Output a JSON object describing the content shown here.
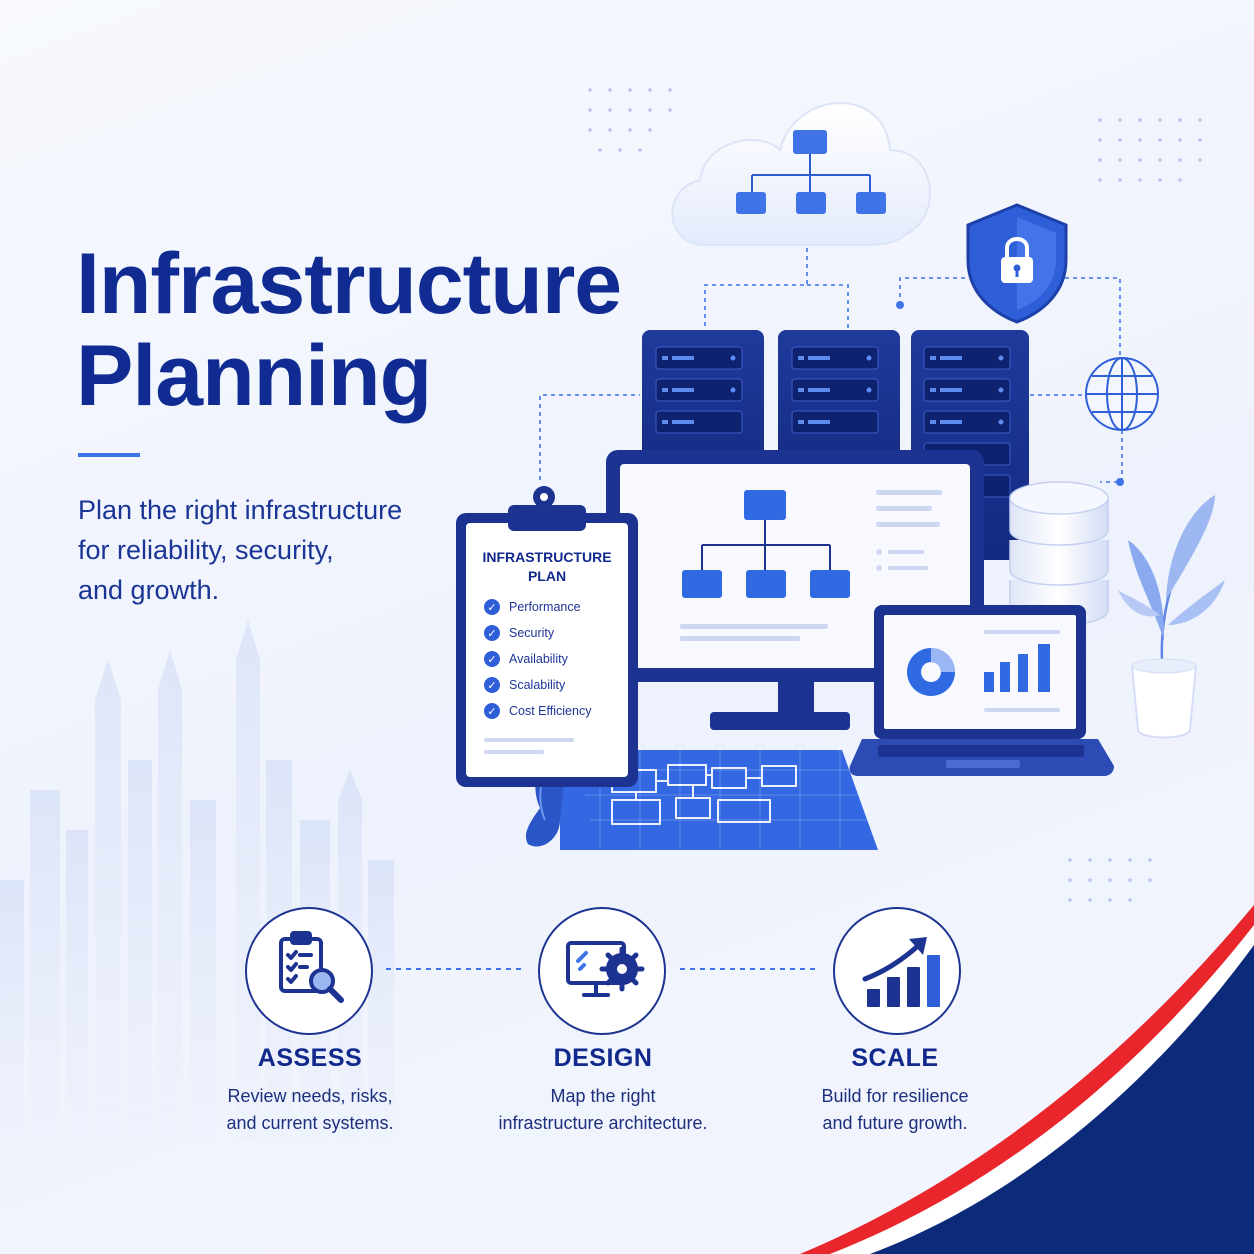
{
  "hero": {
    "title_line1": "Infrastructure",
    "title_line2": "Planning",
    "subtitle_line1": "Plan the right infrastructure",
    "subtitle_line2": "for reliability, security,",
    "subtitle_line3": "and growth."
  },
  "clipboard": {
    "title_line1": "INFRASTRUCTURE",
    "title_line2": "PLAN",
    "items": [
      "Performance",
      "Security",
      "Availability",
      "Scalability",
      "Cost Efficiency"
    ],
    "check_glyph": "✓"
  },
  "steps": [
    {
      "icon": "clipboard-search-icon",
      "title": "ASSESS",
      "desc_line1": "Review needs, risks,",
      "desc_line2": "and current systems."
    },
    {
      "icon": "monitor-gear-icon",
      "title": "DESIGN",
      "desc_line1": "Map the right",
      "desc_line2": "infrastructure architecture."
    },
    {
      "icon": "growth-chart-icon",
      "title": "SCALE",
      "desc_line1": "Build for resilience",
      "desc_line2": "and future growth."
    }
  ],
  "colors": {
    "navy": "#102c93",
    "accent": "#3f74e8",
    "red": "#e8262b",
    "deep_blue": "#0b2a7a"
  }
}
